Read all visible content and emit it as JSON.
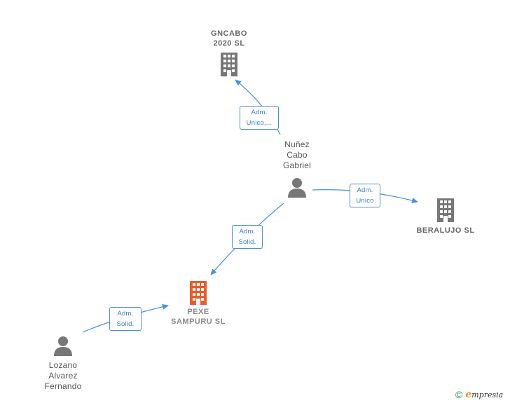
{
  "nodes": [
    {
      "id": "gncabo",
      "type": "company",
      "label": "GNCABO\n2020  SL"
    },
    {
      "id": "nunez",
      "type": "person",
      "label": "Nuñez\nCabo\nGabriel"
    },
    {
      "id": "beralujo",
      "type": "company",
      "label": "BERALUJO SL"
    },
    {
      "id": "pexe",
      "type": "company-focus",
      "label": "PEXE\nSAMPURU  SL"
    },
    {
      "id": "lozano",
      "type": "person",
      "label": "Lozano\nAlvarez\nFernando"
    }
  ],
  "edges": [
    {
      "from": "nunez",
      "to": "gncabo",
      "label": "Adm.\nUnico,..."
    },
    {
      "from": "nunez",
      "to": "beralujo",
      "label": "Adm.\nUnico"
    },
    {
      "from": "nunez",
      "to": "pexe",
      "label": "Adm.\nSolid."
    },
    {
      "from": "lozano",
      "to": "pexe",
      "label": "Adm.\nSolid."
    }
  ],
  "colors": {
    "edge": "#4a90d9",
    "company_icon": "#777777",
    "focus_icon": "#f05a28",
    "person_icon": "#777777"
  },
  "footer": {
    "copyright": "©",
    "brand_initial": "e",
    "brand_rest": "mpresia"
  }
}
